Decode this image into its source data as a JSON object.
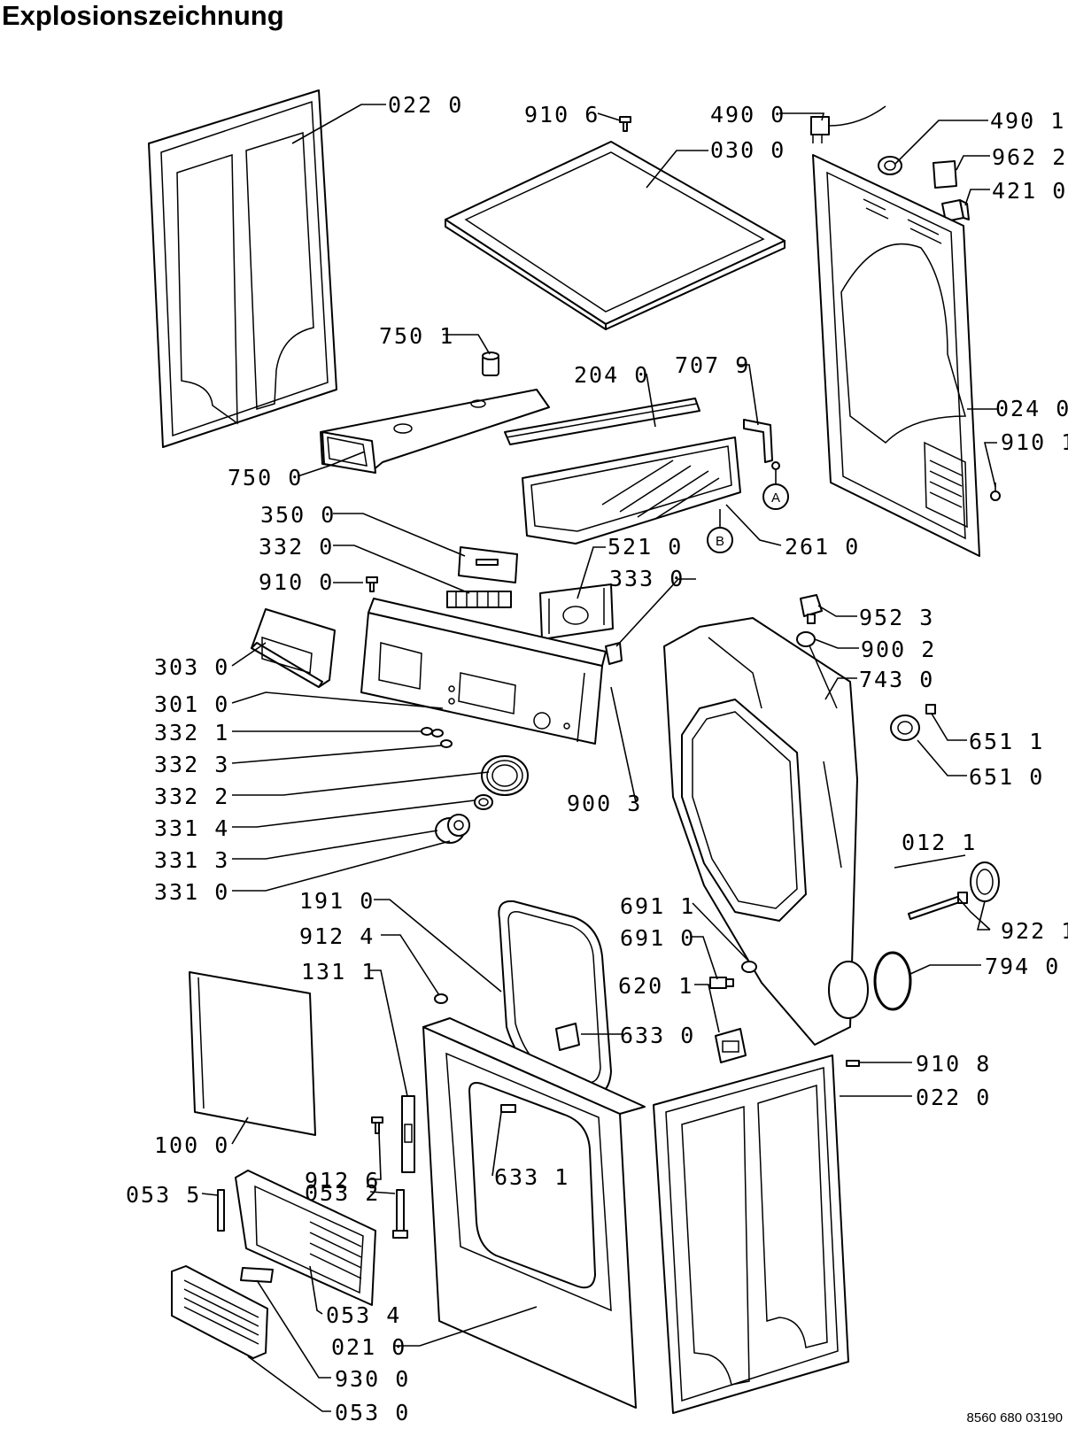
{
  "title": "Explosionszeichnung",
  "document_number": "8560 680 03190",
  "callouts": {
    "A": "A",
    "B": "B"
  },
  "labels": {
    "l0220a": "022 0",
    "l9106": "910 6",
    "l4900": "490 0",
    "l4901": "490 1",
    "l0300": "030 0",
    "l9622": "962 2",
    "l4210": "421 0",
    "l7501": "750 1",
    "l2040": "204 0",
    "l7079": "707 9",
    "l0240": "024 0",
    "l9101": "910 1",
    "l7500": "750 0",
    "l3500": "350 0",
    "l2610": "261 0",
    "l3320": "332 0",
    "l5210": "521 0",
    "l3330": "333 0",
    "l9100": "910 0",
    "l9523": "952 3",
    "l9002": "900 2",
    "l3030": "303 0",
    "l7430": "743 0",
    "l3010": "301 0",
    "l3321": "332 1",
    "l6511": "651 1",
    "l3323": "332 3",
    "l6510": "651 0",
    "l3322": "332 2",
    "l9003": "900 3",
    "l3314": "331 4",
    "l0121": "012 1",
    "l3313": "331 3",
    "l3310": "331 0",
    "l1910": "191 0",
    "l6911": "691 1",
    "l9221": "922 1",
    "l9124": "912 4",
    "l6910": "691 0",
    "l7940": "794 0",
    "l1311": "131 1",
    "l6201": "620 1",
    "l6330": "633 0",
    "l9108": "910 8",
    "l0220b": "022 0",
    "l1000": "100 0",
    "l9126": "912 6",
    "l0535": "053 5",
    "l0532": "053 2",
    "l6331": "633 1",
    "l0534": "053 4",
    "l0210": "021 0",
    "l9300": "930 0",
    "l0530": "053 0"
  }
}
